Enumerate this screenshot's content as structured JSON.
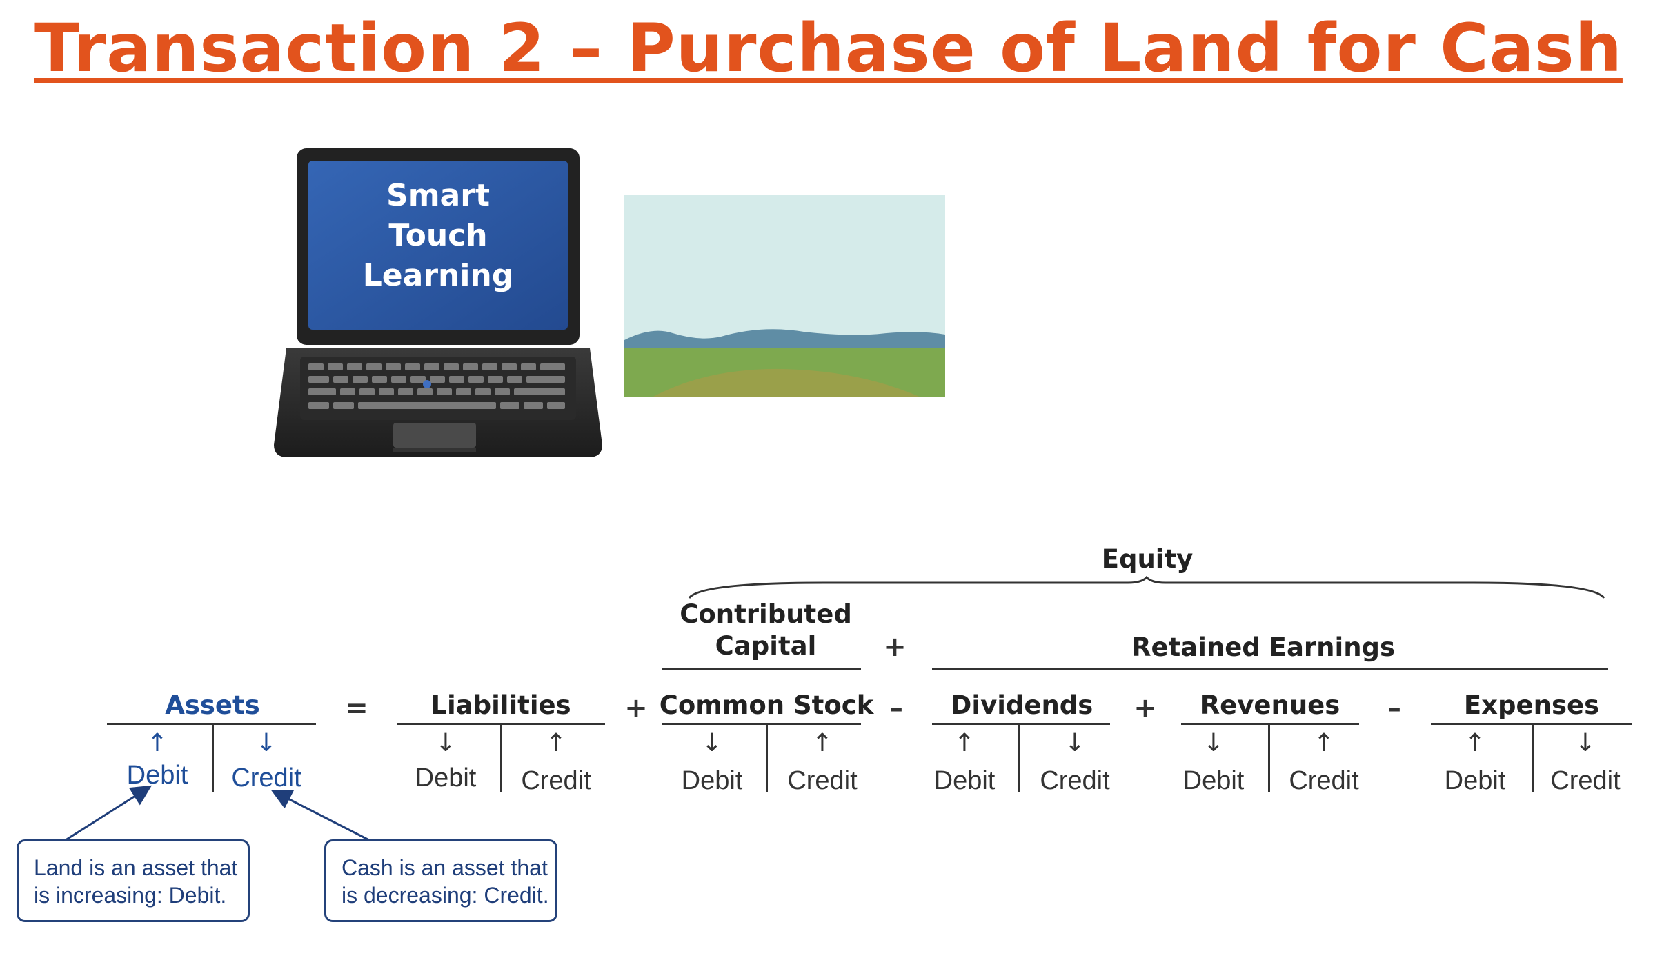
{
  "title": "Transaction 2 – Purchase of Land for Cash",
  "colors": {
    "title": "#e2531d",
    "accent_blue": "#1f4e99",
    "screen_blue": "#2c59a8",
    "sky": "#d5ebea",
    "grass": "#7ea94f",
    "hill": "#5f8da5"
  },
  "laptop": {
    "line1": "Smart",
    "line2": "Touch",
    "line3": "Learning"
  },
  "equation": {
    "equity": "Equity",
    "contributed_line1": "Contributed",
    "contributed_line2": "Capital",
    "retained_earnings": "Retained Earnings",
    "assets": "Assets",
    "liabilities": "Liabilities",
    "common_stock": "Common Stock",
    "dividends": "Dividends",
    "revenues": "Revenues",
    "expenses": "Expenses",
    "op_equals": "=",
    "op_plus": "+",
    "op_minus": "–",
    "debit": "Debit",
    "credit": "Credit",
    "up_arrow": "↑",
    "down_arrow": "↓"
  },
  "callouts": {
    "land_line1": "Land is an asset that",
    "land_line2": "is increasing: Debit.",
    "cash_line1": "Cash is an asset that",
    "cash_line2": "is decreasing: Credit."
  }
}
